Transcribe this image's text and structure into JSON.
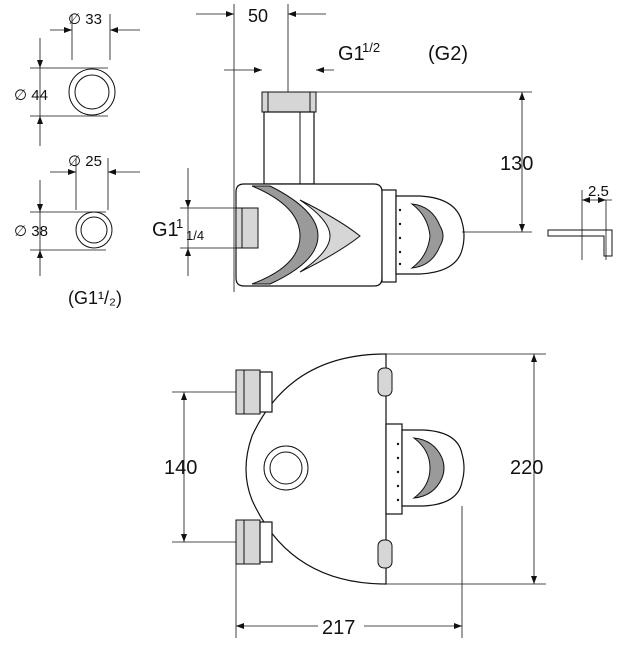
{
  "labels": {
    "d33": "∅ 33",
    "d44": "∅ 44",
    "d25": "∅ 25",
    "d38": "∅ 38",
    "thread_g1_half_left": "(G1¹/₂)",
    "width_50": "50",
    "thread_top_g": "G1",
    "thread_top_frac": "1/2",
    "thread_g2": "(G2)",
    "height_130": "130",
    "thread_side_g": "G1",
    "thread_side_frac": "1/4",
    "gap_2_5": "2.5",
    "height_140": "140",
    "height_220": "220",
    "width_217": "217"
  }
}
